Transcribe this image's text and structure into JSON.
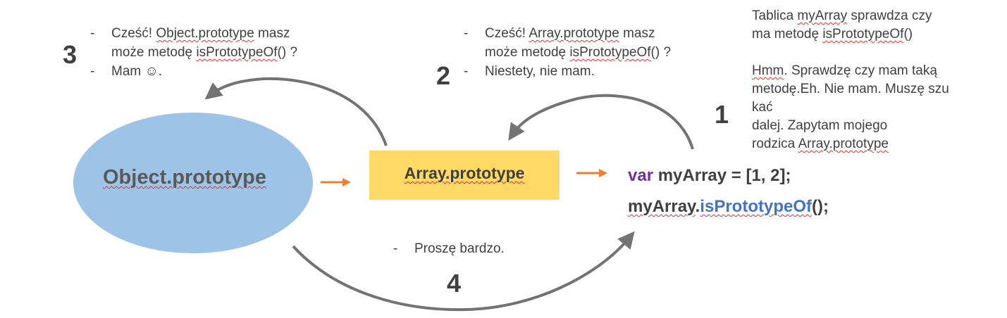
{
  "nodes": {
    "object_prototype": "Object.prototype",
    "array_prototype": "Array.prototype"
  },
  "code": {
    "line1_keyword": "var",
    "line1_rest": " myArray = [1, 2];",
    "line2_object": "myArray",
    "line2_dot": ".",
    "line2_method": "isPrototypeOf",
    "line2_end": "();"
  },
  "steps": {
    "s1": "1",
    "s2": "2",
    "s3": "3",
    "s4": "4"
  },
  "dialog_3": {
    "dash": "-",
    "q_part1": "Cześć! ",
    "q_link": "Object.prototype",
    "q_part2": " masz",
    "q_line2_part1": "może metodę ",
    "q_line2_link": "isPrototypeOf",
    "q_line2_part2": "() ?",
    "answer": "Mam ☺."
  },
  "dialog_2": {
    "dash": "-",
    "q_part1": "Cześć! ",
    "q_link": "Array.prototype",
    "q_part2": " masz",
    "q_line2_part1": "może metodę ",
    "q_line2_link": "isPrototypeOf",
    "q_line2_part2": "() ?",
    "answer": "Niestety, nie mam."
  },
  "dialog_4": {
    "dash": "-",
    "answer": "Proszę bardzo."
  },
  "note_1": {
    "l1_part1": "Tablica ",
    "l1_link": "myArray",
    "l1_part2": " sprawdza czy",
    "l2_part1": "ma metodę ",
    "l2_link": "isPrototypeOf",
    "l2_part2": "()",
    "l3_link": "Hmm",
    "l3_part2": ". Sprawdzę czy mam taką",
    "l4": "metodę.Eh. Nie mam. Muszę szu",
    "l5": "kać",
    "l6": "dalej. Zapytam mojego",
    "l7_part1": "rodzica ",
    "l7_link": "Array.prototype"
  },
  "colors": {
    "ellipse": "#9dc3e6",
    "rect": "#ffd966",
    "orange_arrow": "#ed7d31",
    "gray_arrow": "#737373",
    "keyword": "#7030a0",
    "method": "#4472c4"
  }
}
